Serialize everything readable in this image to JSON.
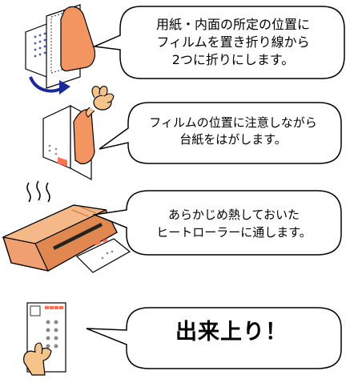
{
  "steps": [
    {
      "name": "fold",
      "lines": [
        "用紙・内面の所定の位置に",
        "フィルムを置き折り線から",
        "2つに折りにします。"
      ]
    },
    {
      "name": "peel",
      "lines": [
        "フィルムの位置に注意しながら",
        "台紙をはがします。"
      ]
    },
    {
      "name": "heat",
      "lines": [
        "あらかじめ熱しておいた",
        "ヒートローラーに通します。"
      ]
    },
    {
      "name": "done",
      "lines": [
        "出来上り！"
      ]
    }
  ],
  "colors": {
    "film": "#f29560",
    "card": "#ffffff",
    "machine": "#f0a070",
    "machine_dark": "#c87038",
    "outline": "#000000",
    "dot_blue": "#4a5ab8",
    "dot_gray": "#8a8a8a",
    "skin": "#f5c48a",
    "arrow": "#1a2a9a"
  }
}
